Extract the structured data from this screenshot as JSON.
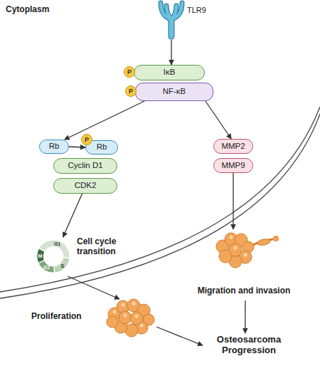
{
  "diagram": {
    "nodes": [
      {
        "text": [
          "TLR9"
        ]
      },
      {
        "text": [
          "P"
        ]
      },
      {
        "text": [
          "IκB"
        ]
      },
      {
        "text": [
          "P"
        ]
      },
      {
        "text": [
          "NF-κB"
        ]
      },
      {
        "text": [
          "Rb"
        ]
      },
      {
        "text": [
          "P"
        ]
      },
      {
        "text": [
          "Rb"
        ]
      },
      {
        "text": [
          "Cyclin D1"
        ]
      },
      {
        "text": [
          "CDK2"
        ]
      },
      {
        "text": [
          "MMP2"
        ]
      },
      {
        "text": [
          "MMP9"
        ]
      },
      {
        "text": [
          "Cell cycle transition",
          "G1",
          "S",
          "G2",
          "M"
        ]
      },
      {
        "text": [
          "Migration and invasion"
        ]
      },
      {
        "text": [
          "Proliferation"
        ]
      },
      {
        "text": [
          "Osteosarcoma Progression"
        ]
      }
    ],
    "edges": [
      {
        "from": 0,
        "to": 2,
        "arrow": "to"
      },
      {
        "from": 4,
        "to": 5,
        "arrow": "to"
      },
      {
        "from": 4,
        "to": 10,
        "arrow": "to"
      },
      {
        "from": 5,
        "to": 7,
        "arrow": "to"
      },
      {
        "from": 9,
        "to": 12,
        "arrow": "to"
      },
      {
        "from": 11,
        "to": 13,
        "arrow": "to"
      },
      {
        "from": 12,
        "to": 14,
        "arrow": "to"
      },
      {
        "from": 13,
        "to": 15,
        "arrow": "to"
      },
      {
        "from": 14,
        "to": 15,
        "arrow": "to"
      }
    ],
    "labels": [
      "Cytoplasm"
    ]
  }
}
